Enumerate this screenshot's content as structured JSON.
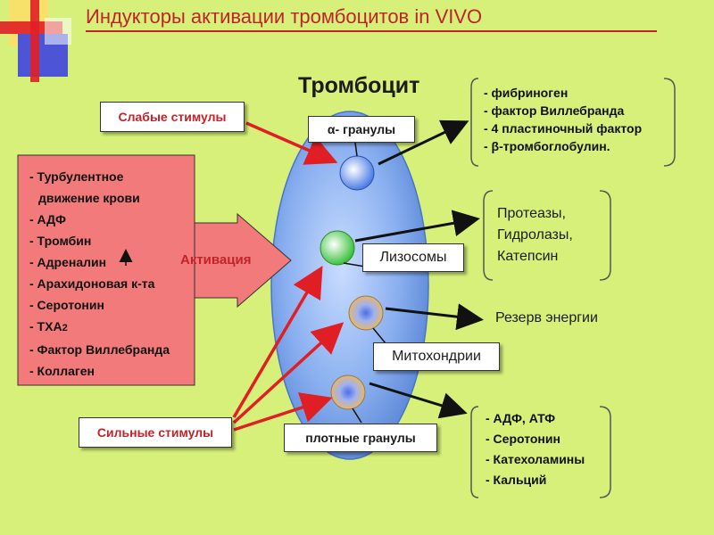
{
  "title": "Индукторы активации тромбоцитов in VIVO",
  "cell_title": "Тромбоцит",
  "weak_stimuli": "Слабые стимулы",
  "strong_stimuli": "Сильные стимулы",
  "activation": "Активация",
  "stimuli_list": [
    "- Турбулентное",
    "  движение крови",
    "- АДФ",
    "- Тромбин",
    "- Адреналин",
    "- Арахидоновая к-та",
    "- Серотонин",
    "- ТХА",
    "- Фактор Виллебранда",
    "- Коллаген"
  ],
  "txa_subscript": "2",
  "organelles": {
    "alpha_granules": "α- гранулы",
    "lysosomes": "Лизосомы",
    "mitochondria": "Митохондрии",
    "dense_granules": "плотные гранулы"
  },
  "alpha_contents": [
    "- фибриноген",
    "- фактор Виллебранда",
    "- 4 пластиночный фактор",
    "- β-тромбоглобулин."
  ],
  "lysosome_contents": [
    "Протеазы,",
    "Гидролазы,",
    "Катепсин"
  ],
  "mitochondria_contents": "Резерв энергии",
  "dense_contents": [
    "- АДФ, АТФ",
    "- Серотонин",
    "- Катехоламины",
    "- Кальций"
  ],
  "colors": {
    "background": "#d6f07a",
    "accent_red": "#c0242a",
    "cell_blue": "#7fa7e8",
    "stimuli_box": "#f27a7a"
  }
}
